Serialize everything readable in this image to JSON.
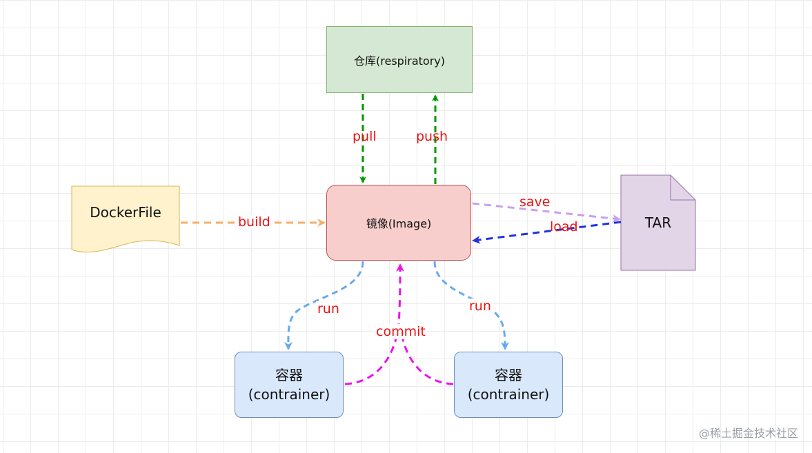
{
  "nodes": {
    "repository": "仓库(respiratory)",
    "image": "镜像(Image)",
    "dockerfile": "DockerFile",
    "tar": "TAR",
    "container_left_line1": "容器",
    "container_left_line2": "(contrainer)",
    "container_right_line1": "容器",
    "container_right_line2": "(contrainer)"
  },
  "edges": {
    "pull": "pull",
    "push": "push",
    "build": "build",
    "save": "save",
    "load": "load",
    "run_left": "run",
    "run_right": "run",
    "commit": "commit"
  },
  "watermark": "@稀土掘金技术社区",
  "colors": {
    "repo_fill": "#d5e8d4",
    "image_fill": "#f8cecc",
    "dockerfile_fill": "#fff2cc",
    "tar_fill": "#e1d5e7",
    "container_fill": "#dae8fc",
    "pull_push": "#009900",
    "build": "#f5b06a",
    "save": "#c9a0f0",
    "load": "#2233dd",
    "run": "#66aaee",
    "commit": "#ee11ee",
    "label_text": "#ee1111"
  }
}
